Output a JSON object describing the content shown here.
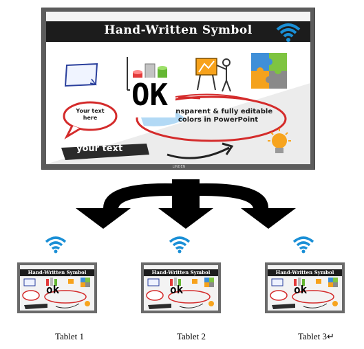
{
  "display": {
    "title": "Hand-Written Symbol",
    "ok_text": "OK",
    "speech_text": "Your text here",
    "callout_text": "Transparent & fully editable colors in PowerPoint",
    "banner_text": "your text",
    "brand_label": "LINDEN",
    "icons": [
      "wifi-icon",
      "page-icon",
      "bar-chart-icon",
      "presentation-icon",
      "puzzle-icon",
      "lightbulb-icon"
    ]
  },
  "tablets": [
    {
      "label": "Tablet 1",
      "title": "Hand-Written Symbol",
      "ok_text": "ok"
    },
    {
      "label": "Tablet 2",
      "title": "Hand-Written Symbol",
      "ok_text": "ok"
    },
    {
      "label": "Tablet 3↵",
      "title": "Hand-Written Symbol",
      "ok_text": "ok"
    }
  ],
  "colors": {
    "accent_red": "#d42b2b",
    "wifi_blue": "#1a8fd6",
    "bar_dark": "#1c1c1c"
  }
}
